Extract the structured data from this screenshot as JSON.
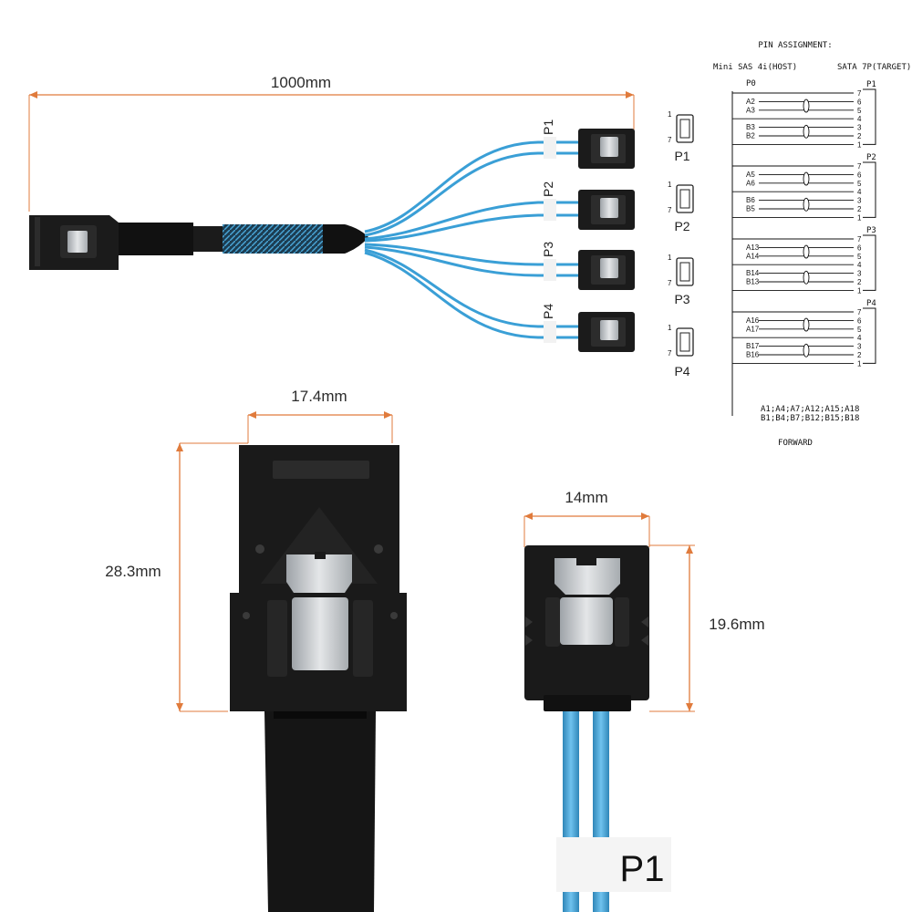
{
  "dimensions": {
    "length": "1000mm",
    "sas_width": "17.4mm",
    "sas_height": "28.3mm",
    "sata_width": "14mm",
    "sata_height": "19.6mm"
  },
  "port_labels": [
    "P1",
    "P2",
    "P3",
    "P4"
  ],
  "closeup_label": "P1",
  "pin_assignment": {
    "title": "PIN ASSIGNMENT:",
    "host_label": "Mini SAS 4i(HOST)",
    "target_label": "SATA 7P(TARGET)",
    "p0_label": "P0",
    "groups": [
      {
        "name": "P1",
        "tx": [
          "A2",
          "A3"
        ],
        "rx": [
          "B3",
          "B2"
        ]
      },
      {
        "name": "P2",
        "tx": [
          "A5",
          "A6"
        ],
        "rx": [
          "B6",
          "B5"
        ]
      },
      {
        "name": "P3",
        "tx": [
          "A13",
          "A14"
        ],
        "rx": [
          "B14",
          "B13"
        ]
      },
      {
        "name": "P4",
        "tx": [
          "A16",
          "A17"
        ],
        "rx": [
          "B17",
          "B16"
        ]
      }
    ],
    "sata_pins": [
      "7",
      "6",
      "5",
      "4",
      "3",
      "2",
      "1"
    ],
    "ground_a": "A1;A4;A7;A12;A15;A18",
    "ground_b": "B1;B4;B7;B12;B15;B18",
    "footer": "FORWARD"
  },
  "colors": {
    "dimension_line": "#e07b3c",
    "cable_blue": "#3a9fd6",
    "connector": "#1b1b1b",
    "metal": "#c9cccf"
  }
}
